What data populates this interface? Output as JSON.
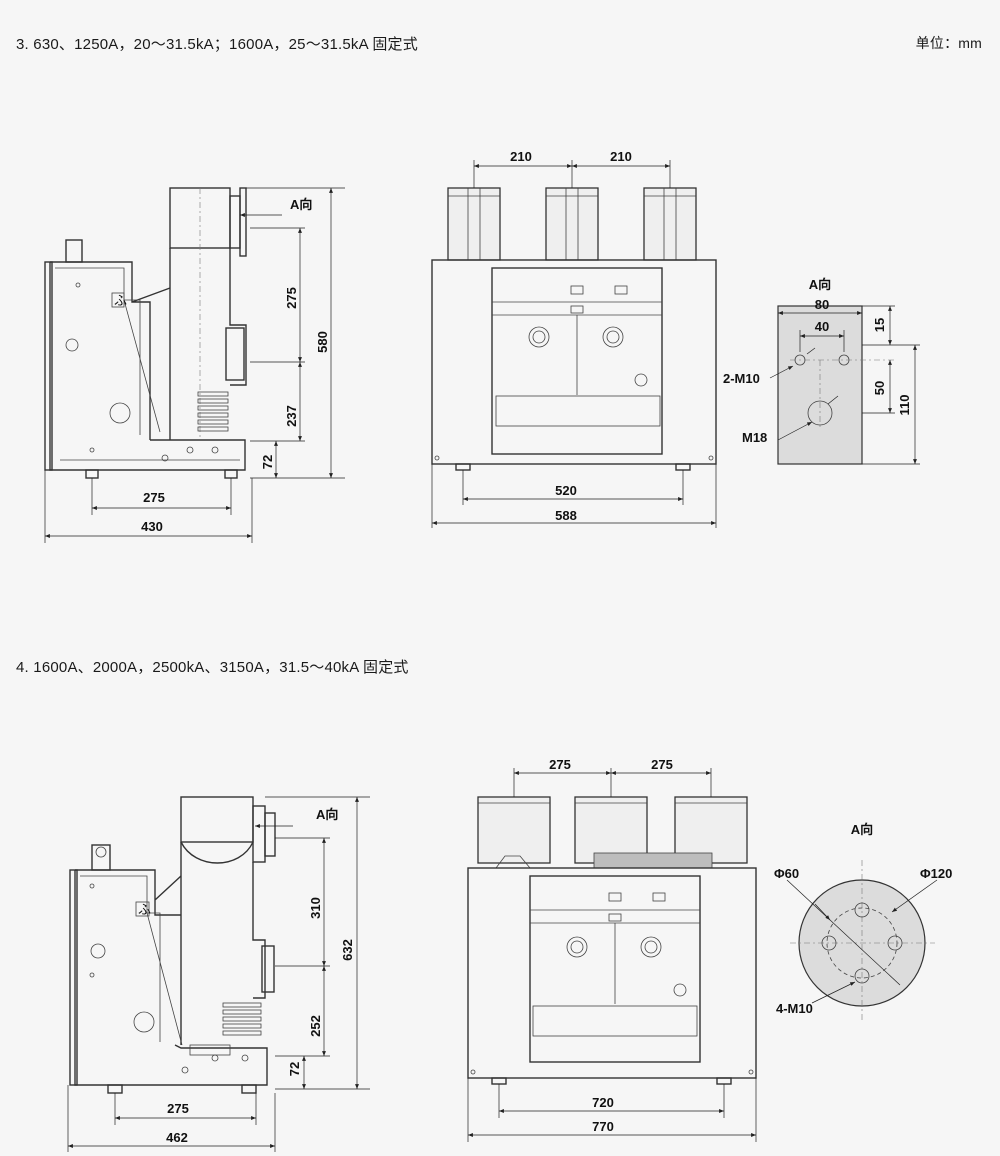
{
  "section3": {
    "title": "3. 630、1250A，20～31.5kA；1600A，25～31.5kA 固定式",
    "unit": "单位：mm",
    "side": {
      "d275_top": "275",
      "d580": "580",
      "d237": "237",
      "d72": "72",
      "d275_bottom": "275",
      "d430": "430",
      "view_label": "A向"
    },
    "front": {
      "d210_a": "210",
      "d210_b": "210",
      "d520": "520",
      "d588": "588"
    },
    "view": {
      "label": "A向",
      "d80": "80",
      "d40": "40",
      "d15": "15",
      "d50": "50",
      "d110": "110",
      "bolt": "2-M10",
      "stud": "M18"
    }
  },
  "section4": {
    "title": "4. 1600A、2000A，2500kA、3150A，31.5～40kA 固定式",
    "side": {
      "d310": "310",
      "d632": "632",
      "d252": "252",
      "d72": "72",
      "d275": "275",
      "d462": "462",
      "view_label": "A向"
    },
    "front": {
      "d275_a": "275",
      "d275_b": "275",
      "d720": "720",
      "d770": "770"
    },
    "view": {
      "label": "A向",
      "phi60": "Φ60",
      "phi120": "Φ120",
      "bolt": "4-M10"
    }
  },
  "colors": {
    "background": "#f6f6f6",
    "line": "#333333",
    "plate": "#dcdcdc"
  }
}
